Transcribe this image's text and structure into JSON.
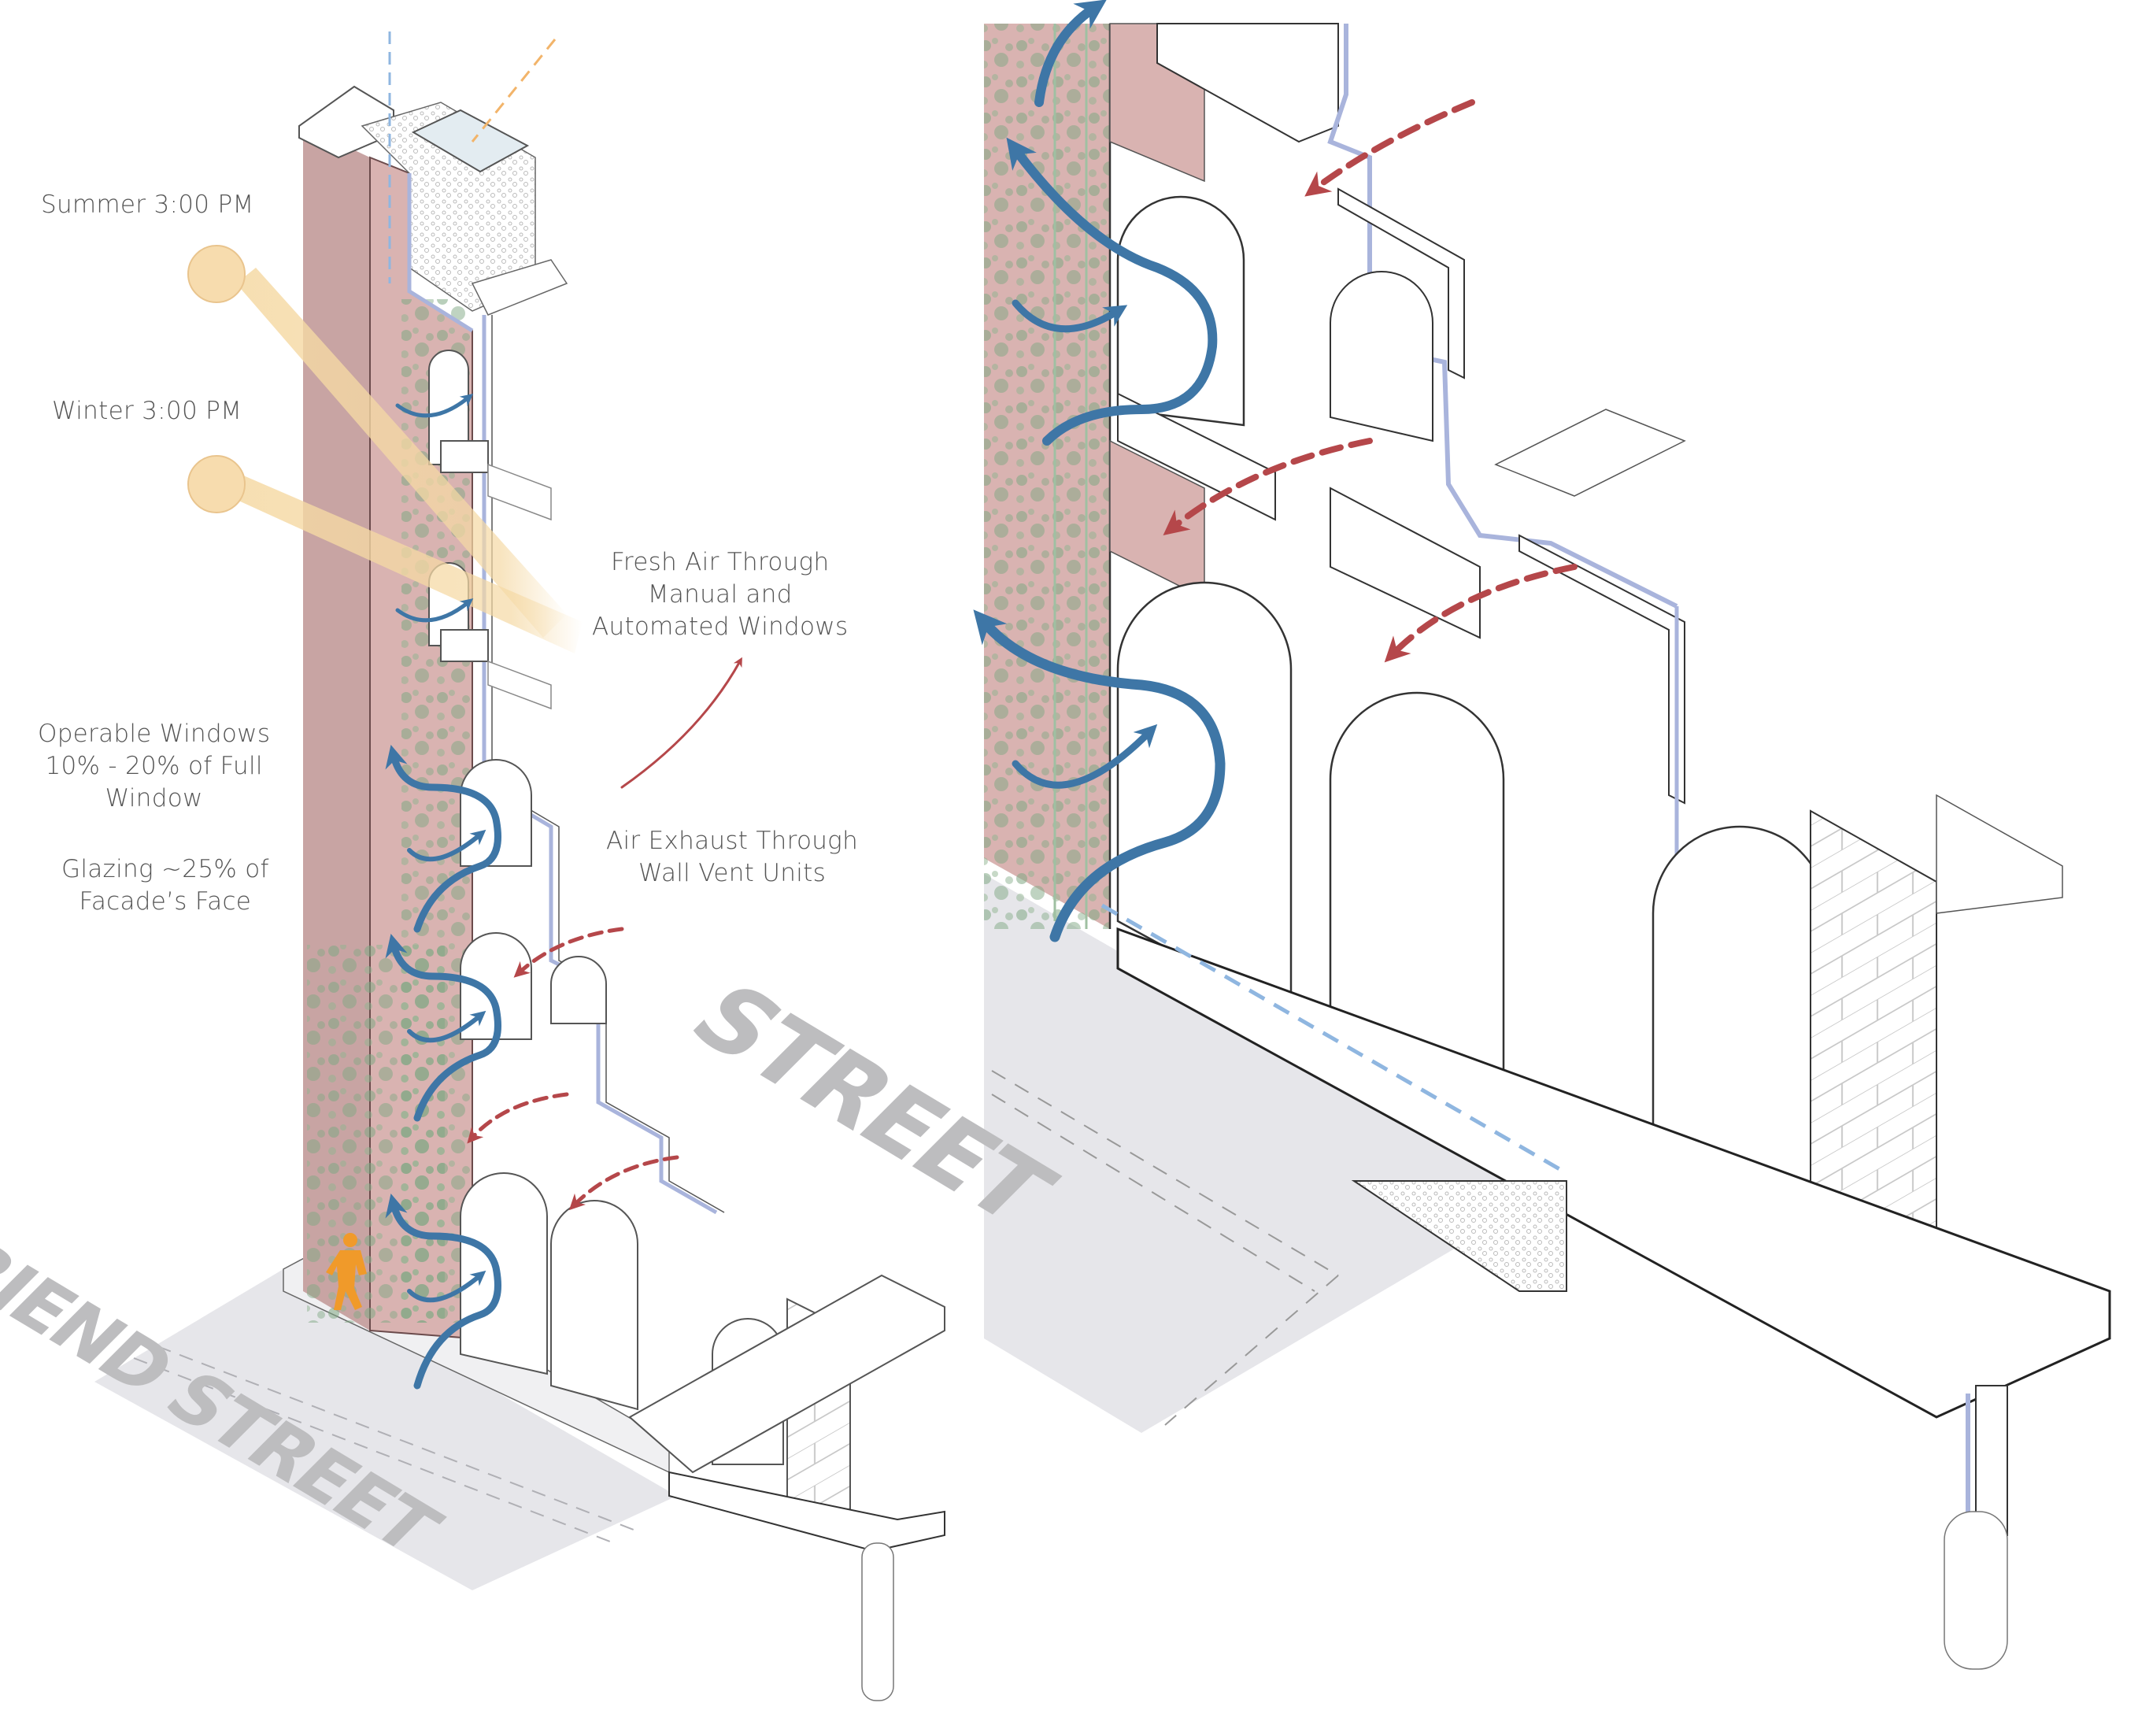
{
  "figure": {
    "title": "Facade ventilation and solar study — axonometric sections",
    "colors": {
      "facade_brick": "#d9b3b1",
      "facade_edge": "#6b4b4c",
      "sun": "#f7dcae",
      "sun_outline": "#e9c48d",
      "sun_beam": "#f5d9a4",
      "airflow_in": "#3e76a6",
      "exhaust": "#b5474a",
      "vapor_barrier": "#a9b4dc",
      "street": "#e6e6ea",
      "street_text": "#bdbdbf",
      "ivy": "#7fa883",
      "person": "#f09a2a",
      "line": "#2b2b2b",
      "text": "#555555"
    }
  },
  "left_panel": {
    "annotations": {
      "summer": "Summer 3:00 PM",
      "winter": "Winter 3:00 PM",
      "fresh_air": [
        "Fresh Air Through",
        "Manual and",
        "Automated Windows"
      ],
      "operable": [
        "Operable Windows",
        "10% - 20% of Full",
        "Window"
      ],
      "glazing": [
        "Glazing ~25% of",
        "Facade’s Face"
      ],
      "exhaust": [
        "Air Exhaust Through",
        "Wall Vent Units"
      ]
    },
    "street_name": "FRIEND STREET"
  },
  "right_panel": {
    "street_name_fragment": "STREET"
  },
  "legend_icons": {
    "sun": "sun-icon",
    "airflow": "airflow-arrow-icon",
    "exhaust": "exhaust-arrow-icon",
    "person": "pedestrian-icon"
  }
}
